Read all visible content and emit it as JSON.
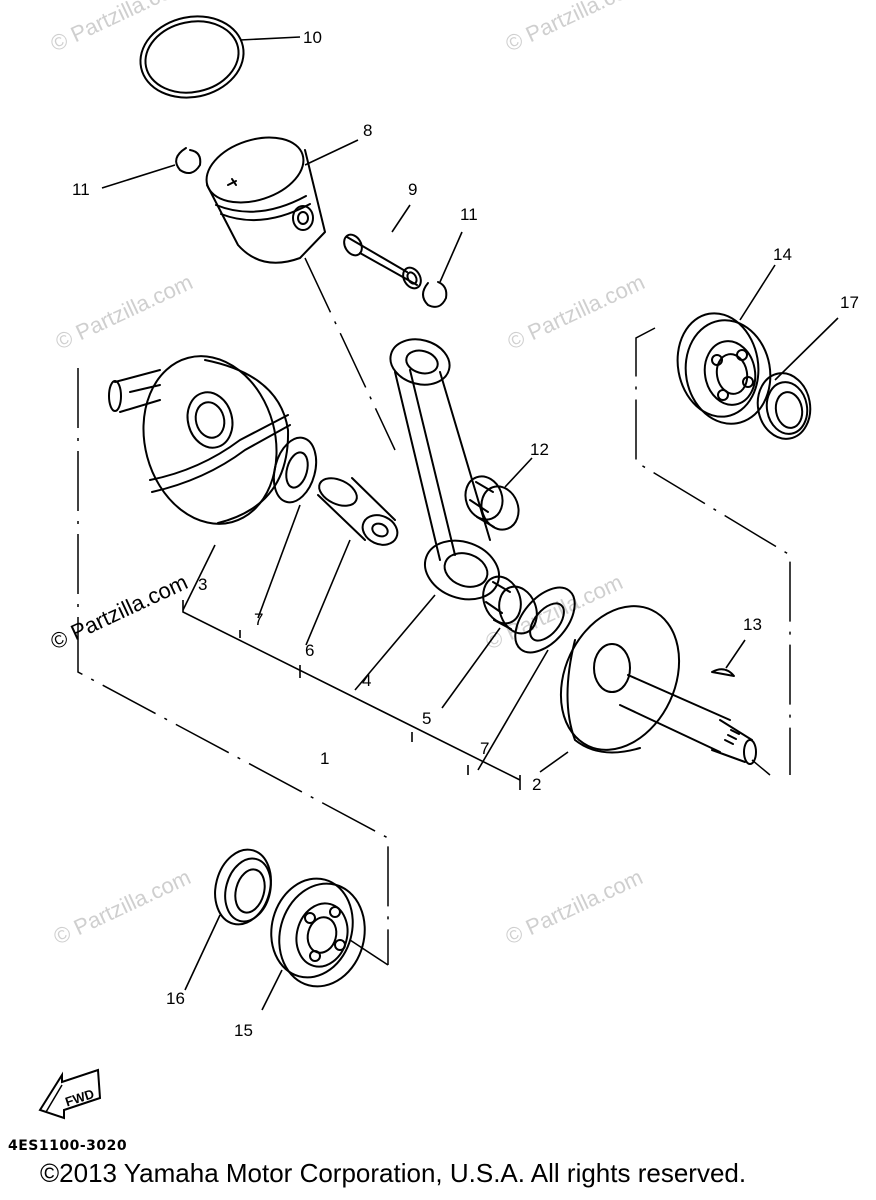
{
  "watermark": "© Partzilla.com",
  "part_labels": {
    "p1": "1",
    "p2": "2",
    "p3": "3",
    "p4": "4",
    "p5": "5",
    "p6": "6",
    "p7a": "7",
    "p7b": "7",
    "p8": "8",
    "p9": "9",
    "p10": "10",
    "p11a": "11",
    "p11b": "11",
    "p12": "12",
    "p13": "13",
    "p14": "14",
    "p15": "15",
    "p16": "16",
    "p17": "17"
  },
  "fwd_label": "FWD",
  "drawing_code": "4ES1100-3020",
  "copyright": "©2013  Yamaha Motor Corporation, U.S.A. All rights reserved."
}
